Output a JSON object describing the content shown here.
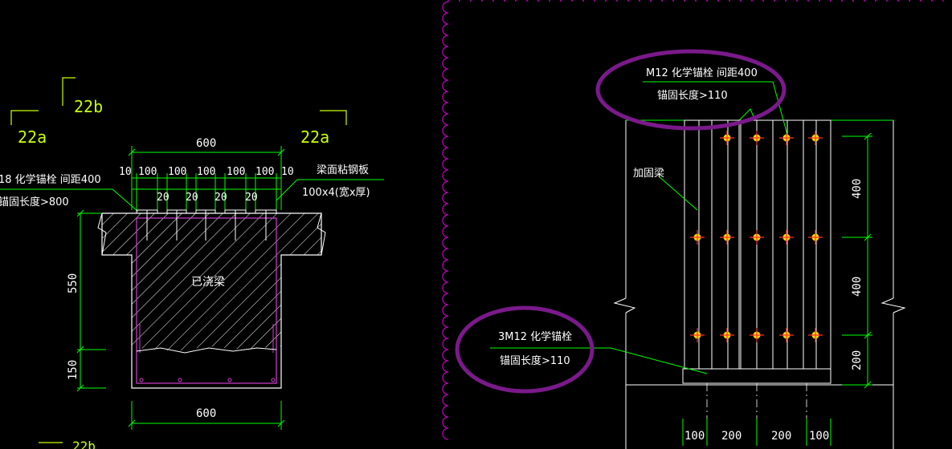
{
  "colors": {
    "background": "#000000",
    "line": "#ffffff",
    "dimension": "#00ff00",
    "section_text": "#c8ff00",
    "hatch": "#ffffff",
    "revision_cloud": "#c000c0",
    "callout_ellipse": "#7a1a8a",
    "bolt_yellow": "#ffd700",
    "bolt_red": "#ff3030"
  },
  "left_section": {
    "labels": {
      "section_22b": "22b",
      "section_22a_left": "22a",
      "section_22a_right": "22a",
      "section_22_bottom": "22b",
      "top_width": "600",
      "bottom_width": "600",
      "height_550": "550",
      "height_150": "150",
      "existing_beam": "已浇梁",
      "anchor_left_line1": "18 化学锚栓 间距400",
      "anchor_left_line2": "锚固长度>800",
      "steel_plate_line1": "梁面粘钢板",
      "steel_plate_line2": "100x4(宽x厚)"
    },
    "top_dims": [
      "10",
      "100",
      "100",
      "100",
      "100",
      "100",
      "10"
    ],
    "gap_dims": [
      "20",
      "20",
      "20",
      "20"
    ]
  },
  "right_elevation": {
    "labels": {
      "callout_top_line1": "M12 化学锚栓 间距400",
      "callout_top_line2": "锚固长度>110",
      "callout_bottom_line1": "3M12 化学锚栓",
      "callout_bottom_line2": "锚固长度>110",
      "stiffening_beam": "加固梁"
    },
    "right_dims": [
      "400",
      "400",
      "200"
    ],
    "bottom_dims": [
      "100",
      "200",
      "200",
      "100"
    ]
  }
}
